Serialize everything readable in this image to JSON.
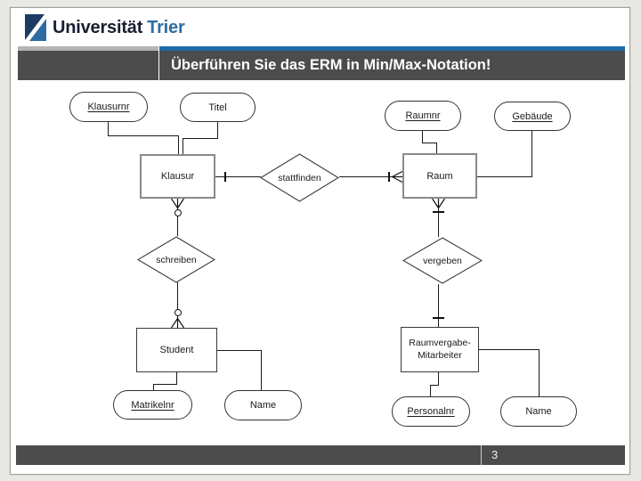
{
  "header": {
    "university": "Universität",
    "city": "Trier",
    "title": "Überführen Sie das ERM in Min/Max-Notation!"
  },
  "footer": {
    "page_number": "3"
  },
  "colors": {
    "accent_blue": "#1e6ba8",
    "bar_gray": "#4c4c4c",
    "silver_strip": "#b3b3b3",
    "logo_navy": "#1c3c66",
    "logo_blue": "#2d6ca2",
    "slide_bg": "#ffffff",
    "page_bg": "#eae8e4",
    "line_color": "#1a1a1a"
  },
  "diagram": {
    "entities": [
      {
        "id": "klausur",
        "label": "Klausur"
      },
      {
        "id": "raum",
        "label": "Raum"
      },
      {
        "id": "student",
        "label": "Student"
      },
      {
        "id": "raumvergabe_mitarbeiter",
        "line1": "Raumvergabe-",
        "line2": "Mitarbeiter"
      }
    ],
    "relationships": [
      {
        "id": "stattfinden",
        "label": "stattfinden"
      },
      {
        "id": "schreiben",
        "label": "schreiben"
      },
      {
        "id": "vergeben",
        "label": "vergeben"
      }
    ],
    "attributes": [
      {
        "id": "klausurnr",
        "label": "Klausurnr",
        "key": true,
        "of": "Klausur"
      },
      {
        "id": "titel",
        "label": "Titel",
        "key": false,
        "of": "Klausur"
      },
      {
        "id": "raumnr",
        "label": "Raumnr",
        "key": true,
        "of": "Raum"
      },
      {
        "id": "gebaeude",
        "label": "Gebäude",
        "key": true,
        "of": "Raum"
      },
      {
        "id": "matrikelnr",
        "label": "Matrikelnr",
        "key": true,
        "of": "Student"
      },
      {
        "id": "name_student",
        "label": "Name",
        "key": false,
        "of": "Student"
      },
      {
        "id": "personalnr",
        "label": "Personalnr",
        "key": true,
        "of": "Raumvergabe-Mitarbeiter"
      },
      {
        "id": "name_mitarbeiter",
        "label": "Name",
        "key": false,
        "of": "Raumvergabe-Mitarbeiter"
      }
    ],
    "connections": [
      {
        "entity": "Klausur",
        "relationship": "stattfinden",
        "notation": "one"
      },
      {
        "entity": "Raum",
        "relationship": "stattfinden",
        "notation": "one-or-many"
      },
      {
        "entity": "Klausur",
        "relationship": "schreiben",
        "notation": "zero-or-many"
      },
      {
        "entity": "Student",
        "relationship": "schreiben",
        "notation": "zero-or-many"
      },
      {
        "entity": "Raum",
        "relationship": "vergeben",
        "notation": "one-or-many"
      },
      {
        "entity": "Raumvergabe-Mitarbeiter",
        "relationship": "vergeben",
        "notation": "one"
      }
    ]
  }
}
